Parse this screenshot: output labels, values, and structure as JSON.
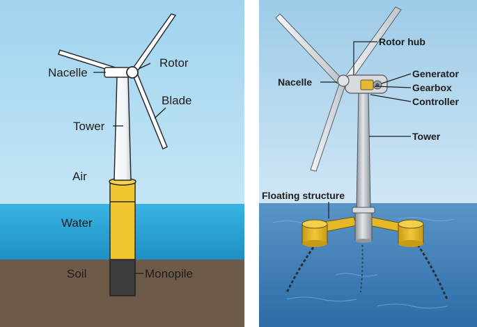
{
  "left_diagram": {
    "labels": {
      "nacelle": "Nacelle",
      "rotor": "Rotor",
      "blade": "Blade",
      "tower": "Tower",
      "air": "Air",
      "water": "Water",
      "soil": "Soil",
      "monopile": "Monopile"
    },
    "colors": {
      "sky": "#a8d7ee",
      "water": "#2ba9d9",
      "soil": "#6e5a48",
      "monopile": "#f3c531",
      "monopile_buried": "#3c3c3c"
    }
  },
  "right_diagram": {
    "labels": {
      "rotor_hub": "Rotor hub",
      "nacelle": "Nacelle",
      "generator": "Generator",
      "gearbox": "Gearbox",
      "controller": "Controller",
      "tower": "Tower",
      "floating_structure": "Floating structure"
    },
    "colors": {
      "sky": "#a6cfe9",
      "sea": "#3f7fb6",
      "float": "#e9bd2d",
      "tower": "#b9bec4"
    }
  }
}
